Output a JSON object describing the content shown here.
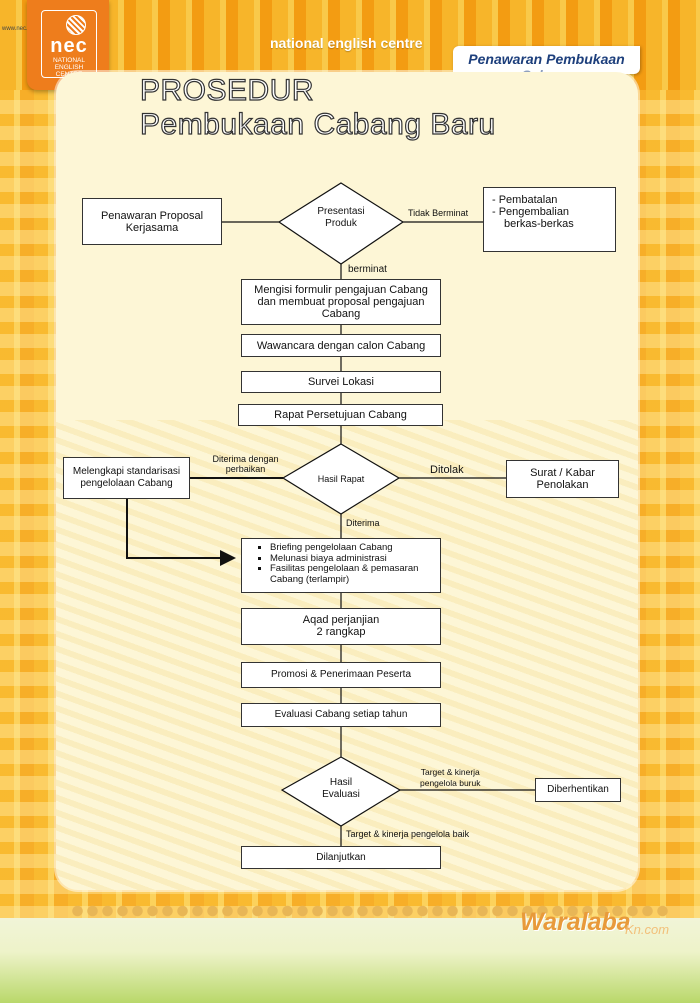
{
  "header": {
    "site": "www.nec.in",
    "logo_word": "nec",
    "logo_sub": "NATIONAL ENGLISH CENTRE",
    "brand": "national english centre",
    "tag": "Penawaran Pembukaan Cabang"
  },
  "title": {
    "line1": "PROSEDUR",
    "line2": "Pembukaan Cabang Baru"
  },
  "flow": {
    "proposal": "Penawaran Proposal Kerjasama",
    "presentasi": "Presentasi Produk",
    "tidak_berminat": "Tidak Berminat",
    "pembatalan1": "- Pembatalan",
    "pembatalan2": "- Pengembalian",
    "pembatalan3": "berkas-berkas",
    "berminat": "berminat",
    "formulir": "Mengisi formulir pengajuan Cabang dan membuat proposal pengajuan Cabang",
    "wawancara": "Wawancara dengan calon Cabang",
    "survei": "Survei Lokasi",
    "rapat": "Rapat Persetujuan Cabang",
    "hasil_rapat": "Hasil Rapat",
    "diterima_perbaikan": "Diterima dengan perbaikan",
    "melengkapi": "Melengkapi standarisasi pengelolaan Cabang",
    "ditolak": "Ditolak",
    "surat": "Surat / Kabar Penolakan",
    "diterima": "Diterima",
    "bullets": [
      "Briefing pengelolaan Cabang",
      "Melunasi biaya administrasi",
      "Fasilitas pengelolaan & pemasaran Cabang (terlampir)"
    ],
    "aqad1": "Aqad perjanjian",
    "aqad2": "2 rangkap",
    "promosi": "Promosi & Penerimaan Peserta",
    "evaluasi": "Evaluasi Cabang setiap tahun",
    "hasil_evaluasi1": "Hasil",
    "hasil_evaluasi2": "Evaluasi",
    "target_buruk1": "Target & kinerja",
    "target_buruk2": "pengelola  buruk",
    "diberhentikan": "Diberhentikan",
    "target_baik": "Target & kinerja pengelola baik",
    "dilanjutkan": "Dilanjutkan"
  },
  "watermark": {
    "text": "Waralaba",
    "suffix": "Kn.com"
  }
}
